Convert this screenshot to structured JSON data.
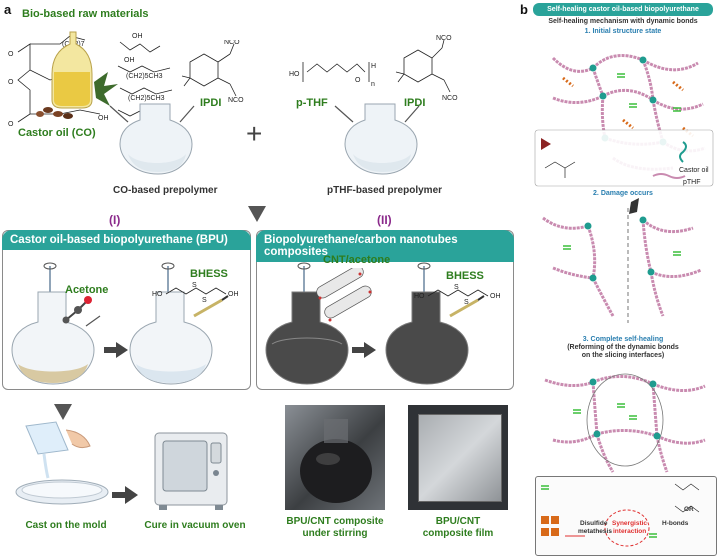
{
  "panel_a": {
    "label": "a",
    "raw_materials": "Bio-based raw materials",
    "castor_oil": "Castor oil (CO)",
    "ipdi_1": "IPDI",
    "ipdi_2": "IPDI",
    "pthf": "p-THF",
    "plus": "+",
    "co_prepolymer": "CO-based prepolymer",
    "pthf_prepolymer": "pTHF-based prepolymer",
    "roman_1": "(I)",
    "roman_2": "(II)",
    "bpu_title": "Castor oil-based biopolyurethane (BPU)",
    "composite_title": "Biopolyurethane/carbon nanotubes composites",
    "acetone": "Acetone",
    "bhess_1": "BHESS",
    "cnt_acetone": "CNT/acetone",
    "bhess_2": "BHESS",
    "cast_mold": "Cast on the mold",
    "cure_oven": "Cure in vacuum oven",
    "stirring_line1": "BPU/CNT composite",
    "stirring_line2": "under stirring",
    "film_line1": "BPU/CNT",
    "film_line2": "composite film",
    "chem": {
      "nco": "NCO",
      "oh": "OH",
      "ho": "HO",
      "n": "n",
      "h": "H",
      "s": "S",
      "o": "O",
      "c17": "(CH2)7",
      "c5": "(CH2)5CH3"
    }
  },
  "panel_b": {
    "label": "b",
    "title": "Self-healing castor oil-based biopolyurethane",
    "subtitle": "Self-healing mechanism with dynamic bonds",
    "step1": "1. Initial structure state",
    "step2": "2. Damage occurs",
    "step3_line1": "3. Complete self-healing",
    "step3_line2": "(Reforming of the dynamic bonds",
    "step3_line3": "on the slicing interfaces)",
    "legend_castor": "Castor oil",
    "legend_pthf": "pTHF",
    "disulfide": "Disulfide",
    "metathesis": "metathesis",
    "synergistic": "Synergistic",
    "interaction": "interaction",
    "hbonds": "H-bonds",
    "or": "OR"
  },
  "colors": {
    "teal": "#2aa39a",
    "green_text": "#2e7d1e",
    "purple_roman": "#8b2a8b",
    "step_blue": "#2a7fb0",
    "hbond_green": "#3bbf3b",
    "pthf_pink": "#c98bb0",
    "disulfide_orange": "#d86a1a",
    "node_teal": "#1f9c8f",
    "synergy_red": "#e03030"
  }
}
